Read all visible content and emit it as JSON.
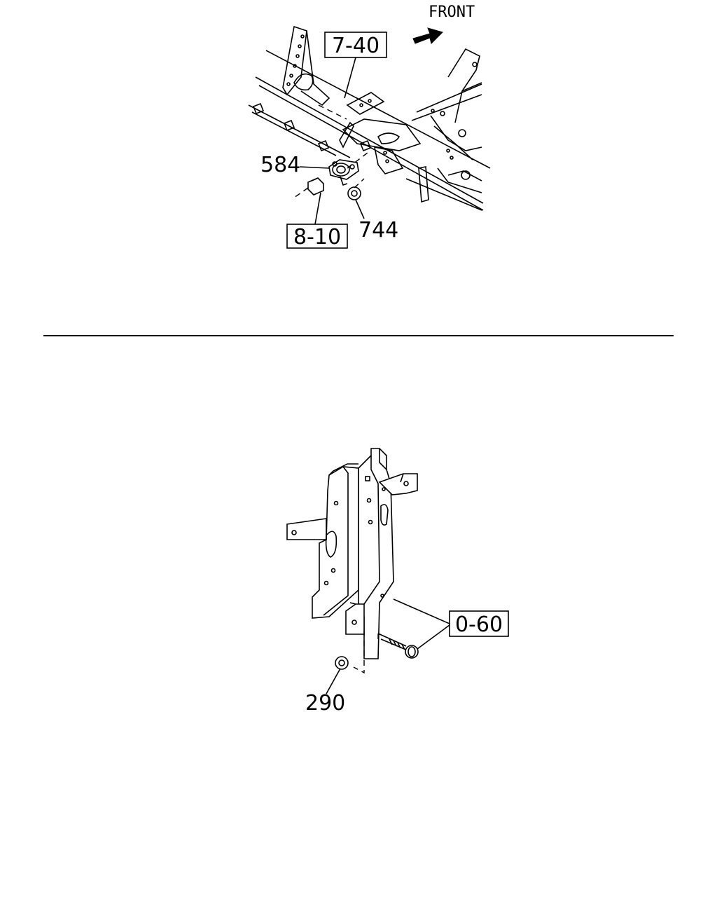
{
  "top_diagram": {
    "direction_label": "FRONT",
    "callouts": {
      "ref_7_40": "7-40",
      "part_584": "584",
      "ref_8_10": "8-10",
      "part_744": "744"
    }
  },
  "bottom_diagram": {
    "callouts": {
      "ref_0_60": "0-60",
      "part_290": "290"
    }
  }
}
